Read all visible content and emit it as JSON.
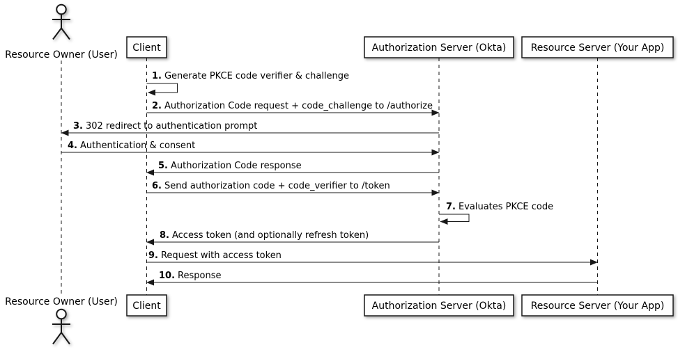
{
  "colors": {
    "line": "#181818",
    "box_fill": "#FEFEFE",
    "text": "#000000",
    "background": "#FFFFFF"
  },
  "actor": {
    "label": "Resource Owner (User)"
  },
  "participants": [
    {
      "label": "Client"
    },
    {
      "label": "Authorization Server (Okta)"
    },
    {
      "label": "Resource Server (Your App)"
    }
  ],
  "messages": [
    {
      "num": "1.",
      "text": "Generate PKCE code verifier & challenge",
      "from": "Client",
      "to": "Client"
    },
    {
      "num": "2.",
      "text": "Authorization Code request + code_challenge to /authorize",
      "from": "Client",
      "to": "Authorization Server (Okta)"
    },
    {
      "num": "3.",
      "text": "302 redirect to authentication prompt",
      "from": "Authorization Server (Okta)",
      "to": "Resource Owner (User)"
    },
    {
      "num": "4.",
      "text": "Authentication & consent",
      "from": "Resource Owner (User)",
      "to": "Authorization Server (Okta)"
    },
    {
      "num": "5.",
      "text": "Authorization Code response",
      "from": "Authorization Server (Okta)",
      "to": "Client"
    },
    {
      "num": "6.",
      "text": "Send authorization code + code_verifier to /token",
      "from": "Client",
      "to": "Authorization Server (Okta)"
    },
    {
      "num": "7.",
      "text": "Evaluates PKCE code",
      "from": "Authorization Server (Okta)",
      "to": "Authorization Server (Okta)"
    },
    {
      "num": "8.",
      "text": "Access token (and optionally refresh token)",
      "from": "Authorization Server (Okta)",
      "to": "Client"
    },
    {
      "num": "9.",
      "text": "Request with access token",
      "from": "Client",
      "to": "Resource Server (Your App)"
    },
    {
      "num": "10.",
      "text": "Response",
      "from": "Resource Server (Your App)",
      "to": "Client"
    }
  ]
}
